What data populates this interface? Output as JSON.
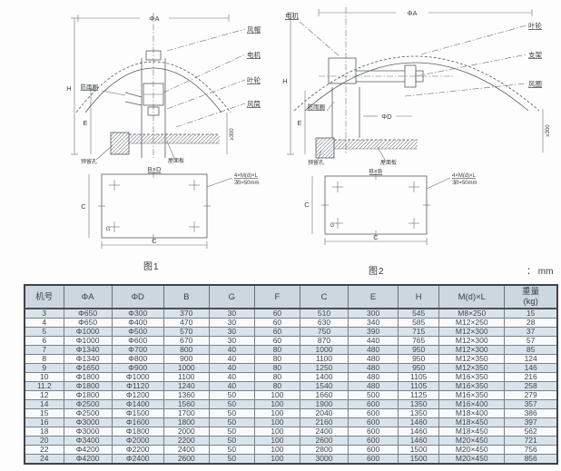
{
  "page": {
    "unit_note": "： mm"
  },
  "figures": [
    {
      "caption": "图1",
      "dim_phiA": "ΦA",
      "dim_H": "H",
      "dim_E": "E",
      "dim_min300": "≥300",
      "plan_size": "B×D",
      "dim_C_bottom": "C",
      "dim_C_left": "C",
      "dim_G": "G",
      "note_line1": "4×M(d)×L",
      "note_line2": "深l=50mm",
      "label_cap": "风帽",
      "label_motor": "电机",
      "label_impeller": "叶轮",
      "label_duct": "风筒",
      "label_rainring": "防雨圈",
      "label_hole": "预留孔",
      "label_roof": "屋面板"
    },
    {
      "caption": "图2",
      "dim_phiA": "ΦA",
      "dim_phiD": "ΦD",
      "dim_H": "H",
      "dim_E": "E",
      "dim_min300": "≥300",
      "plan_size": "B×B",
      "dim_C_bottom": "C",
      "dim_C_left": "C",
      "dim_G": "G",
      "note_line1": "4×M(d)×L",
      "note_line2": "深l=50mm",
      "label_motor": "电机",
      "label_impeller": "叶轮",
      "label_bracket": "支架",
      "label_windring": "风圈",
      "label_rainring": "防雨圈",
      "label_hole": "预留孔",
      "label_roof": "屋面板"
    }
  ],
  "table": {
    "headers": [
      "机号",
      "ΦA",
      "ΦD",
      "B",
      "G",
      "F",
      "C",
      "E",
      "H",
      "M(d)×L",
      "重量\n(kg)"
    ],
    "rows": [
      [
        "3",
        "Φ650",
        "Φ300",
        "370",
        "30",
        "60",
        "510",
        "300",
        "545",
        "M8×250",
        "15"
      ],
      [
        "4",
        "Φ650",
        "Φ400",
        "470",
        "30",
        "60",
        "630",
        "340",
        "585",
        "M12×250",
        "28"
      ],
      [
        "5",
        "Φ1000",
        "Φ500",
        "570",
        "30",
        "60",
        "750",
        "390",
        "715",
        "M12×300",
        "37"
      ],
      [
        "6",
        "Φ1000",
        "Φ600",
        "670",
        "30",
        "60",
        "870",
        "440",
        "765",
        "M12×300",
        "57"
      ],
      [
        "7",
        "Φ1340",
        "Φ700",
        "800",
        "40",
        "80",
        "1000",
        "480",
        "950",
        "M12×300",
        "85"
      ],
      [
        "8",
        "Φ1340",
        "Φ800",
        "900",
        "40",
        "80",
        "1100",
        "480",
        "950",
        "M12×350",
        "124"
      ],
      [
        "9",
        "Φ1650",
        "Φ900",
        "1000",
        "40",
        "80",
        "1250",
        "480",
        "950",
        "M12×350",
        "146"
      ],
      [
        "10",
        "Φ1800",
        "Φ1000",
        "1100",
        "40",
        "80",
        "1400",
        "480",
        "1105",
        "M16×350",
        "216"
      ],
      [
        "11.2",
        "Φ1800",
        "Φ1120",
        "1240",
        "40",
        "80",
        "1540",
        "480",
        "1105",
        "M16×350",
        "258"
      ],
      [
        "12",
        "Φ1800",
        "Φ1200",
        "1360",
        "50",
        "100",
        "1660",
        "500",
        "1125",
        "M16×350",
        "279"
      ],
      [
        "14",
        "Φ2500",
        "Φ1400",
        "1560",
        "50",
        "100",
        "1900",
        "600",
        "1350",
        "M16×400",
        "357"
      ],
      [
        "15",
        "Φ2500",
        "Φ1500",
        "1700",
        "50",
        "100",
        "2040",
        "600",
        "1350",
        "M18×400",
        "386"
      ],
      [
        "16",
        "Φ3000",
        "Φ1600",
        "1800",
        "50",
        "100",
        "2160",
        "600",
        "1460",
        "M18×450",
        "397"
      ],
      [
        "18",
        "Φ3000",
        "Φ1800",
        "2000",
        "50",
        "100",
        "2400",
        "600",
        "1460",
        "M18×450",
        "562"
      ],
      [
        "20",
        "Φ3400",
        "Φ2000",
        "2200",
        "50",
        "100",
        "2600",
        "600",
        "1460",
        "M20×450",
        "721"
      ],
      [
        "22",
        "Φ4200",
        "Φ2200",
        "2400",
        "50",
        "100",
        "2800",
        "600",
        "1500",
        "M20×450",
        "756"
      ],
      [
        "24",
        "Φ4200",
        "Φ2400",
        "2600",
        "50",
        "100",
        "3000",
        "600",
        "1500",
        "M20×450",
        "856"
      ]
    ]
  }
}
